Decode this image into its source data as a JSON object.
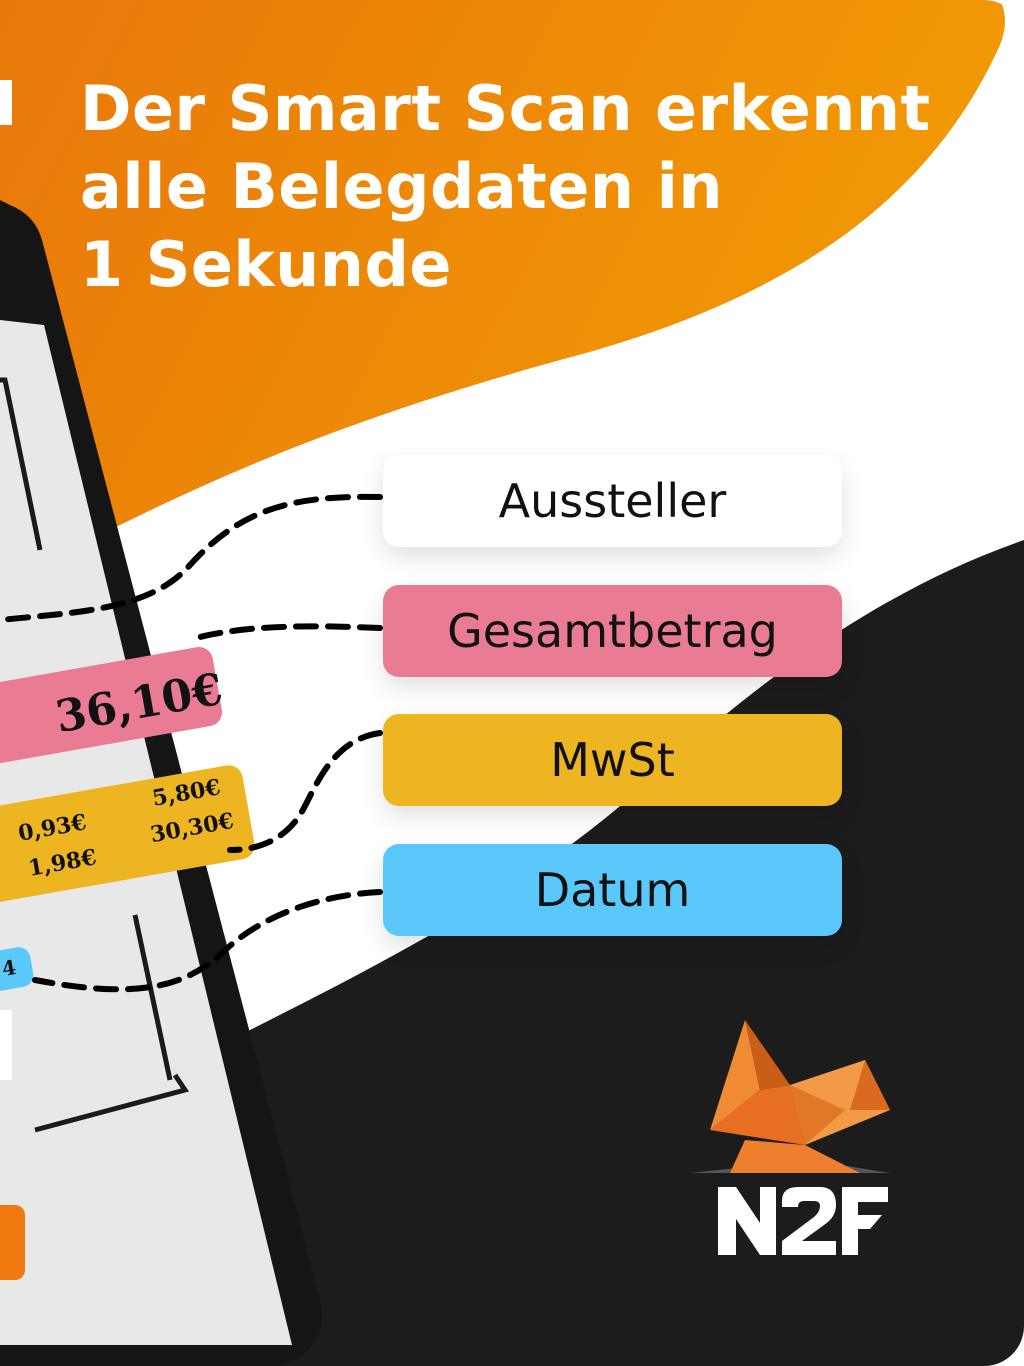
{
  "headline": {
    "line1": "Der Smart Scan erkennt",
    "line2": "alle Belegdaten in",
    "line3": "1 Sekunde"
  },
  "labels": {
    "issuer": "Aussteller",
    "total": "Gesamtbetrag",
    "vat": "MwSt",
    "date": "Datum"
  },
  "receipt_tags": {
    "total_amount": "36,10€",
    "vat_1": "0,93€",
    "vat_2": "1,98€",
    "vat_3": "5,80€",
    "vat_4": "30,30€",
    "date_fragment": "4"
  },
  "logo": {
    "text": "N2F"
  },
  "colors": {
    "orange": "#EE8200",
    "dark": "#1C1C1C",
    "pink": "#E97B93",
    "yellow": "#ECB521",
    "blue": "#5BC8FC",
    "white_pill": "#FFFFFF",
    "logo_orange": "#F08A33"
  }
}
